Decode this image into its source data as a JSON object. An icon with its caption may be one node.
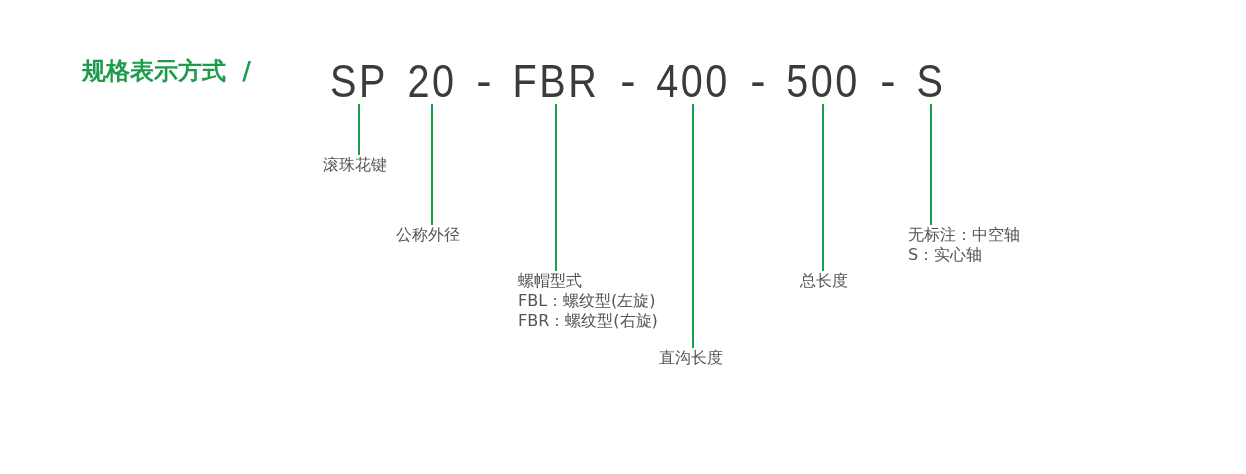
{
  "diagram": {
    "title": "规格表示方式 /",
    "nodes": [
      {
        "text": [
          "SP"
        ]
      },
      {
        "text": [
          "20"
        ]
      },
      {
        "text": [
          "FBR"
        ]
      },
      {
        "text": [
          "400"
        ]
      },
      {
        "text": [
          "500"
        ]
      },
      {
        "text": [
          "S"
        ]
      },
      {
        "text": [
          "滚珠花键"
        ]
      },
      {
        "text": [
          "公称外径"
        ]
      },
      {
        "text": [
          "螺帽型式",
          "FBL：螺纹型(左旋)",
          "FBR：螺纹型(右旋)"
        ]
      },
      {
        "text": [
          "直沟长度"
        ]
      },
      {
        "text": [
          "总长度"
        ]
      },
      {
        "text": [
          "无标注：中空轴",
          "S：实心轴"
        ]
      }
    ],
    "edges": [
      {
        "from": 0,
        "to": 6,
        "arrow": "none"
      },
      {
        "from": 1,
        "to": 7,
        "arrow": "none"
      },
      {
        "from": 2,
        "to": 8,
        "arrow": "none"
      },
      {
        "from": 3,
        "to": 9,
        "arrow": "none"
      },
      {
        "from": 4,
        "to": 10,
        "arrow": "none"
      },
      {
        "from": 5,
        "to": 11,
        "arrow": "none"
      }
    ],
    "labels": [
      "-",
      "-",
      "-",
      "-"
    ]
  }
}
